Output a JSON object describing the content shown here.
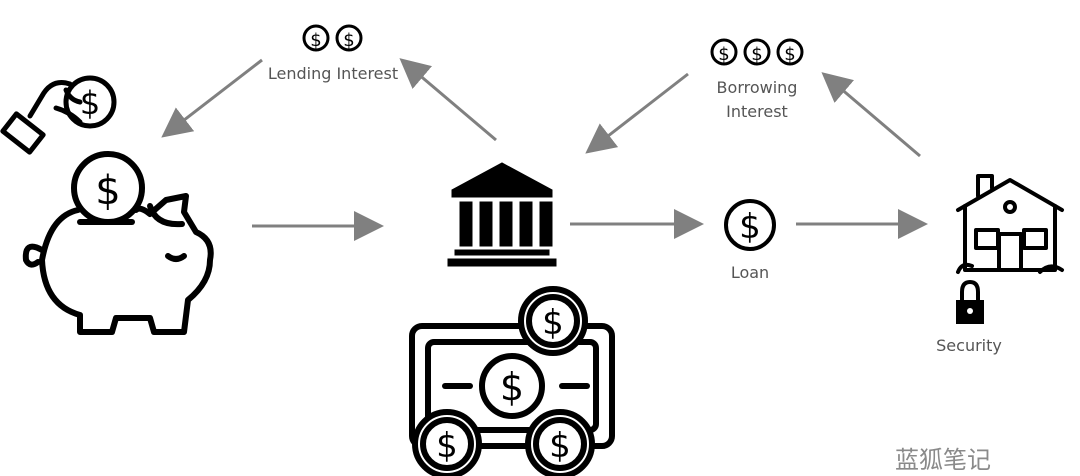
{
  "labels": {
    "lending_interest": "Lending Interest",
    "borrowing_interest_line1": "Borrowing",
    "borrowing_interest_line2": "Interest",
    "loan": "Loan",
    "security": "Security"
  },
  "watermark": "蓝狐笔记",
  "colors": {
    "arrow": "#808080",
    "icon": "#000000",
    "label": "#555555"
  }
}
